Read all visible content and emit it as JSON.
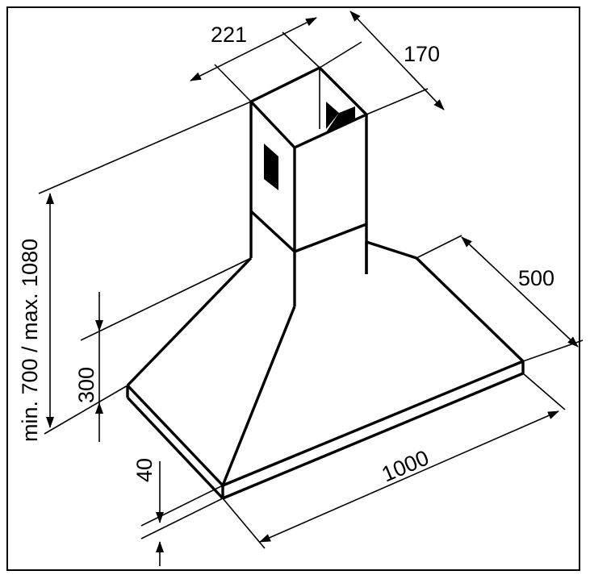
{
  "drawing": {
    "line_color": "#000000",
    "background": "#ffffff",
    "dimensions": {
      "chimney_width": "221",
      "chimney_depth": "170",
      "total_height": "min. 700 / max. 1080",
      "canopy_height": "300",
      "base_thickness": "40",
      "canopy_depth": "500",
      "canopy_width": "1000"
    }
  }
}
